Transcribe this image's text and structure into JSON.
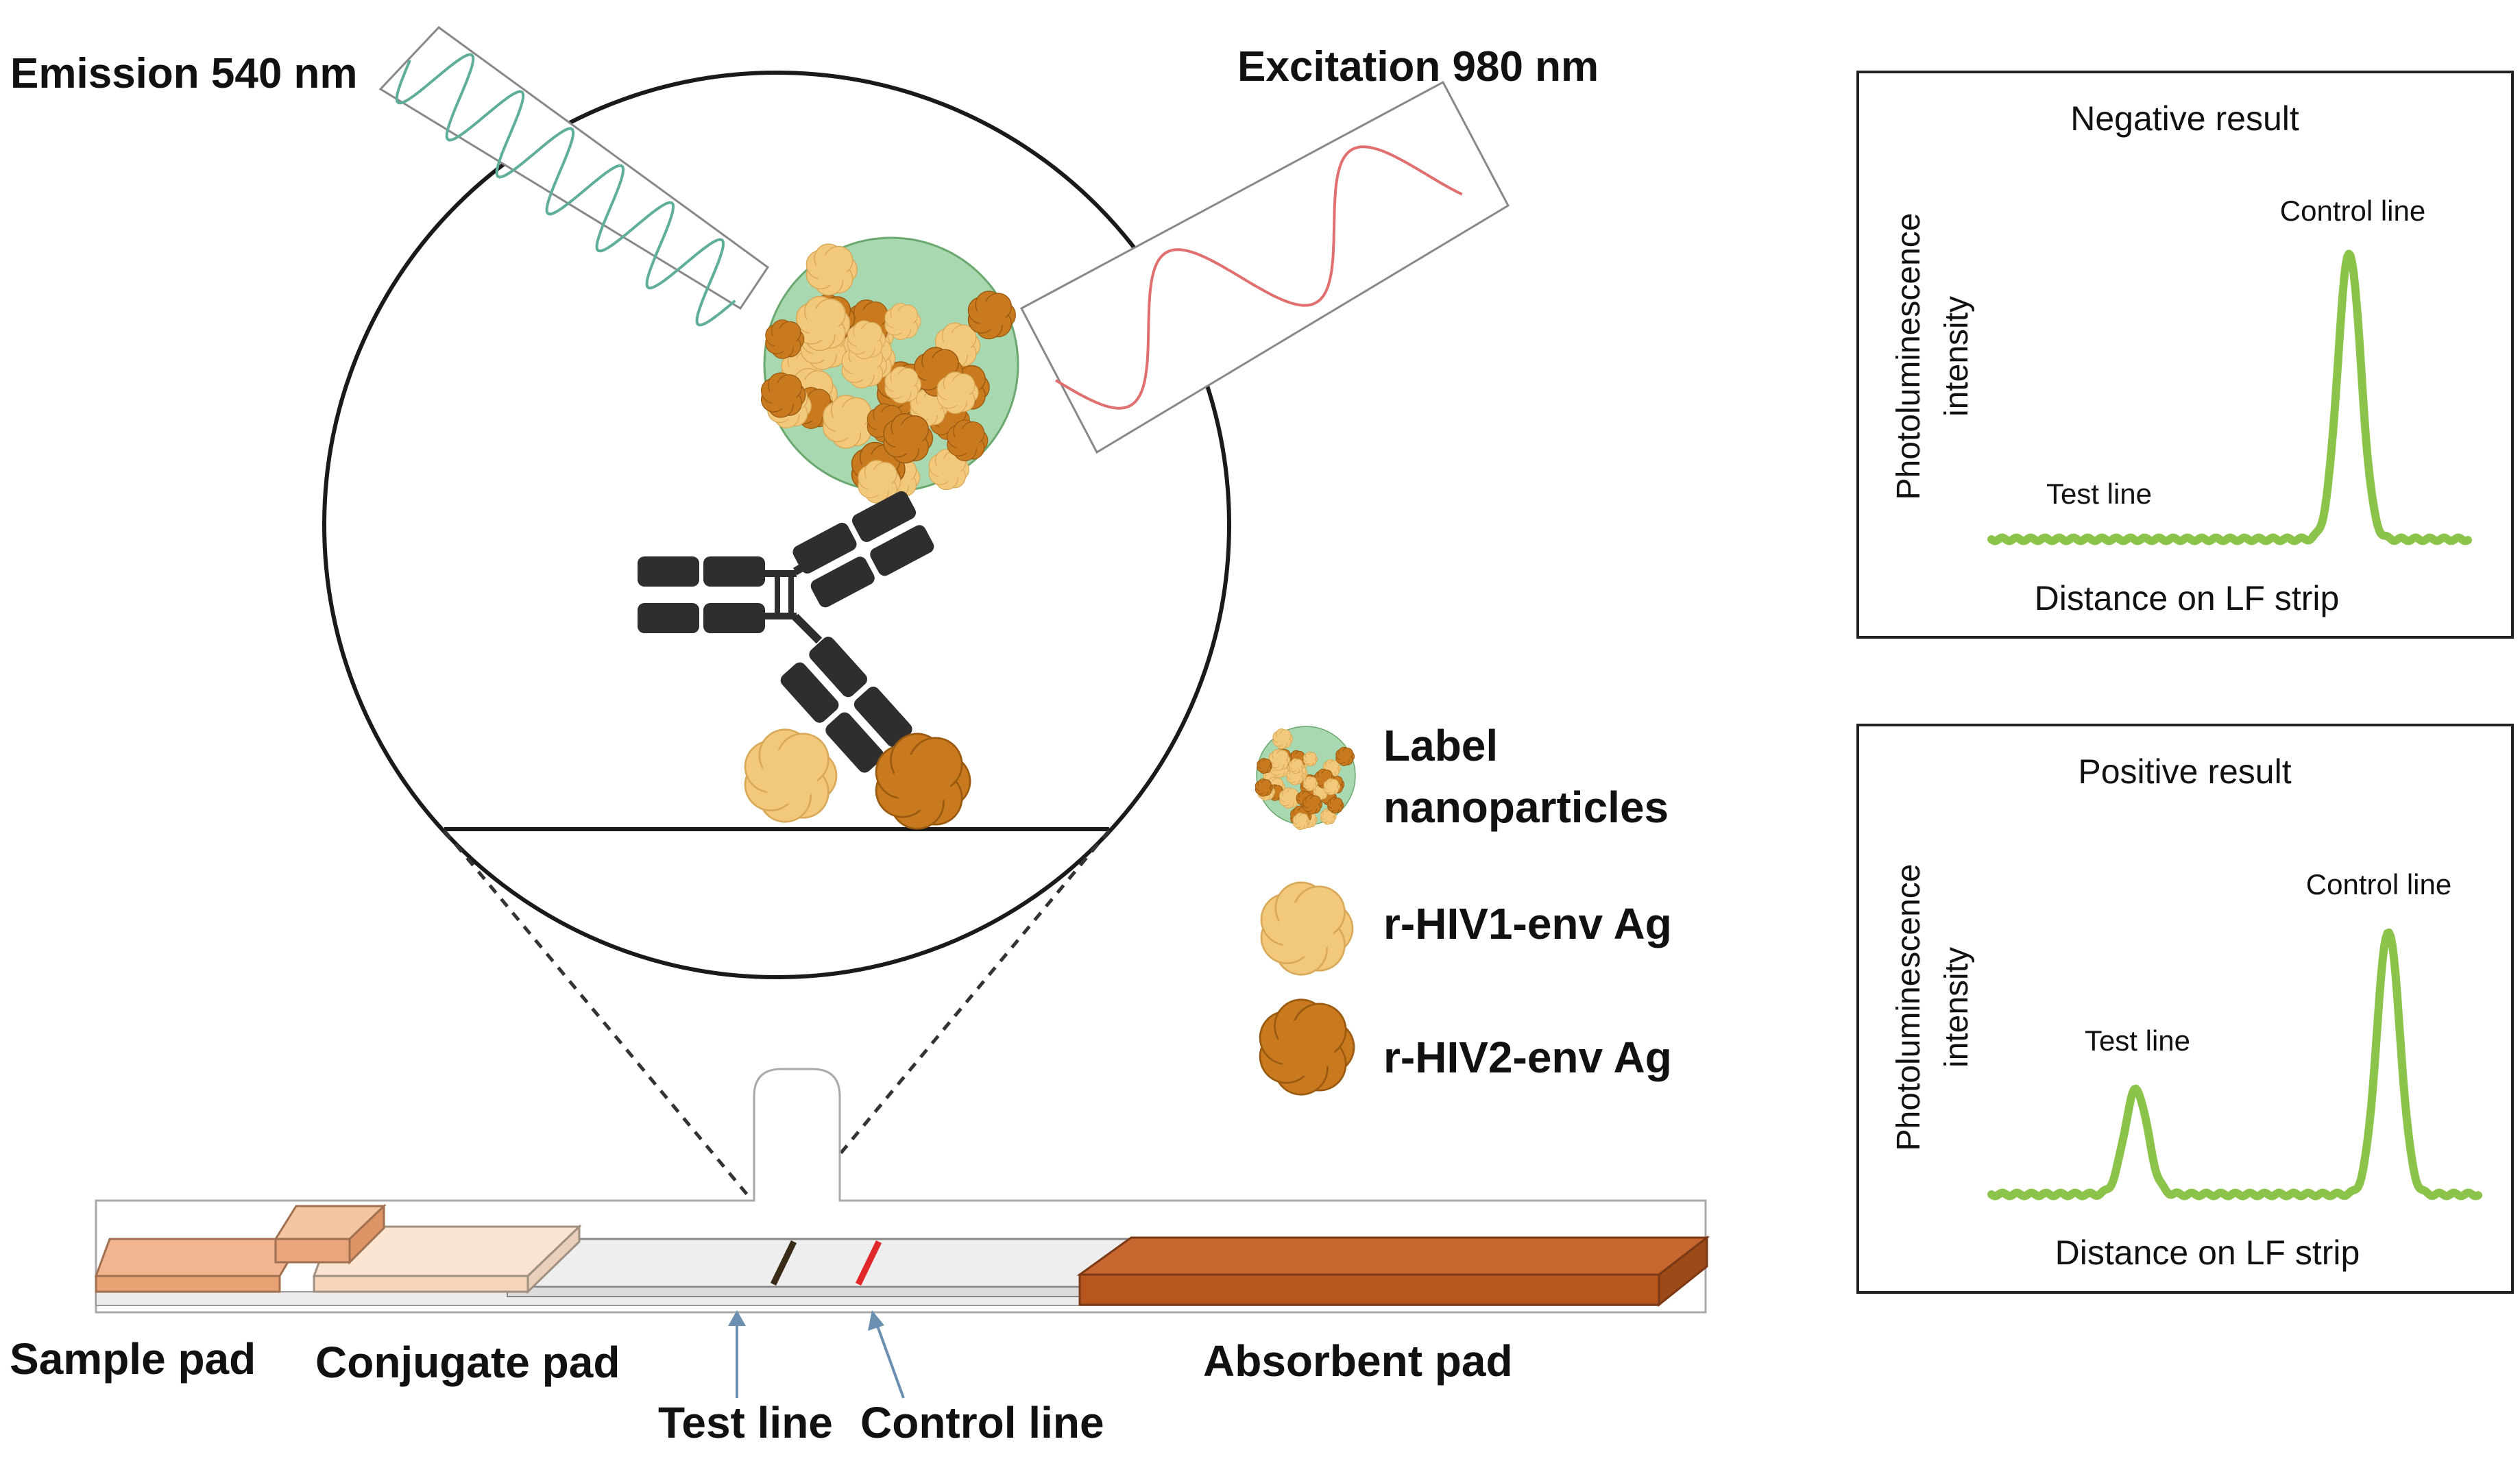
{
  "labels": {
    "emission": "Emission 540 nm",
    "excitation": "Excitation 980 nm"
  },
  "legend": {
    "label_nanoparticles_line1": "Label",
    "label_nanoparticles_line2": "nanoparticles",
    "hiv1": "r-HIV1-env Ag",
    "hiv2": "r-HIV2-env Ag"
  },
  "strip": {
    "sample_pad": "Sample pad",
    "conjugate_pad": "Conjugate pad",
    "test_line": "Test line",
    "control_line": "Control line",
    "absorbent_pad": "Absorbent pad"
  },
  "panels": {
    "negative": {
      "title": "Negative result",
      "ylabel_line1": "Photoluminescence",
      "ylabel_line2": "intensity",
      "xlabel": "Distance on LF strip",
      "test_label": "Test line",
      "control_label": "Control line"
    },
    "positive": {
      "title": "Positive result",
      "ylabel_line1": "Photoluminescence",
      "ylabel_line2": "intensity",
      "xlabel": "Distance on LF strip",
      "test_label": "Test line",
      "control_label": "Control line"
    }
  },
  "colors": {
    "curve_green": "#8cc34a",
    "emission_wave": "#5fae9a",
    "excitation_wave": "#e06f6f",
    "sample_pad": "#f2b58f",
    "conjugate_pad": "#fae3d0",
    "absorbent_pad": "#c8662f",
    "antigen_light": "#f2c97a",
    "antigen_dark": "#c97a1e",
    "antibody": "#2e2e2e",
    "control_line_red": "#e0282b"
  }
}
